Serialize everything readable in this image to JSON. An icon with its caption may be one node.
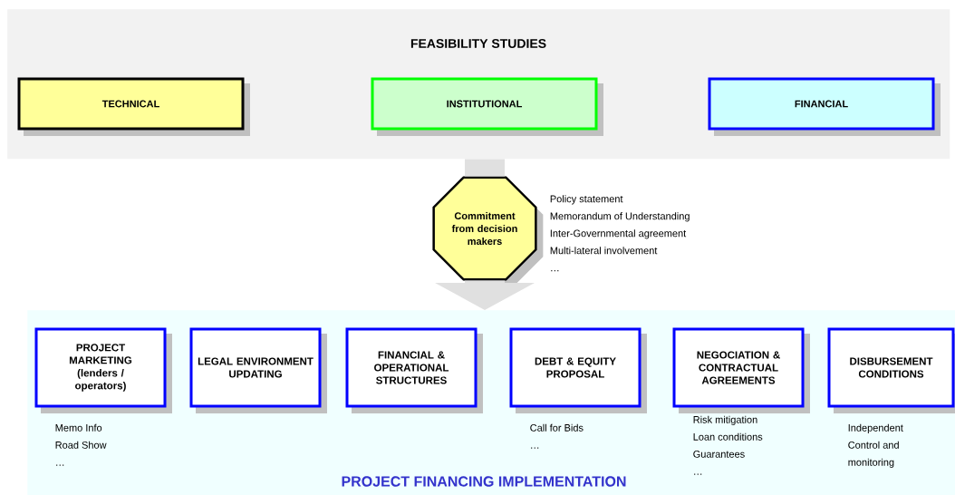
{
  "diagram": {
    "nodes": [
      {
        "text": [
          "FEASIBILITY STUDIES"
        ]
      },
      {
        "text": [
          "TECHNICAL"
        ],
        "in": 0
      },
      {
        "text": [
          "INSTITUTIONAL"
        ],
        "in": 0
      },
      {
        "text": [
          "FINANCIAL"
        ],
        "in": 0
      },
      {
        "text": [
          "Commitment from decision makers"
        ],
        "beside": [
          "Policy statement",
          "Memorandum of Understanding",
          "Inter-Governmental agreement",
          "Multi-lateral involvement",
          "…"
        ]
      },
      {
        "text": [
          "PROJECT FINANCING IMPLEMENTATION"
        ]
      },
      {
        "text": [
          "PROJECT MARKETING (lenders / operators)"
        ],
        "in": 5,
        "beside": [
          "Memo Info",
          "Road Show",
          "…"
        ]
      },
      {
        "text": [
          "LEGAL ENVIRONMENT UPDATING"
        ],
        "in": 5
      },
      {
        "text": [
          "FINANCIAL & OPERATIONAL STRUCTURES"
        ],
        "in": 5
      },
      {
        "text": [
          "DEBT & EQUITY PROPOSAL"
        ],
        "in": 5,
        "beside": [
          "Call for Bids",
          "…"
        ]
      },
      {
        "text": [
          "NEGOCIATION & CONTRACTUAL AGREEMENTS"
        ],
        "in": 5,
        "beside": [
          "Risk mitigation",
          "Loan conditions",
          "Guarantees",
          "…"
        ]
      },
      {
        "text": [
          "DISBURSEMENT CONDITIONS"
        ],
        "in": 5,
        "beside": [
          "Independent",
          "Control and",
          "monitoring"
        ]
      }
    ],
    "edges": [
      {
        "from": 0,
        "to": 4,
        "arrow": "none"
      },
      {
        "from": 4,
        "to": 5,
        "arrow": "to"
      }
    ]
  }
}
